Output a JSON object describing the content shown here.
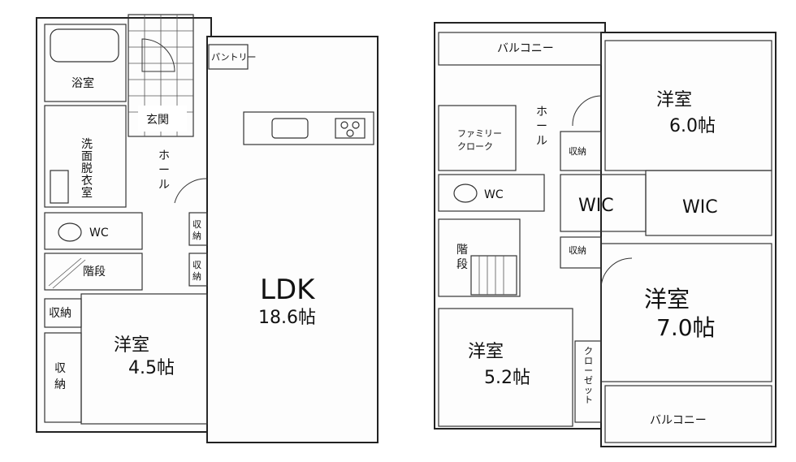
{
  "floor1": {
    "bath": "浴室",
    "entrance": "玄関",
    "pantry": "パントリー",
    "hall": "ホール",
    "washroom": "洗面脱衣室",
    "wc": "WC",
    "stairs": "階段",
    "storage_small_1": "収納",
    "storage_small_2": "収納",
    "storage_left": "収納",
    "storage_left_lower": "収納",
    "ldk": "LDK",
    "ldk_size": "18.6帖",
    "room": "洋室",
    "room_size": "4.5帖"
  },
  "floor2": {
    "balcony_top": "バルコニー",
    "room_ne": "洋室",
    "room_ne_size": "6.0帖",
    "family_closet": "ファミリークローク",
    "hall": "ホール",
    "storage_top": "収納",
    "wic_1": "WIC",
    "wic_2": "WIC",
    "wc": "WC",
    "stairs": "階段",
    "storage_mid": "収納",
    "room_e": "洋室",
    "room_e_size": "7.0帖",
    "room_sw": "洋室",
    "room_sw_size": "5.2帖",
    "closet": "クローゼット",
    "balcony_bottom": "バルコニー"
  }
}
